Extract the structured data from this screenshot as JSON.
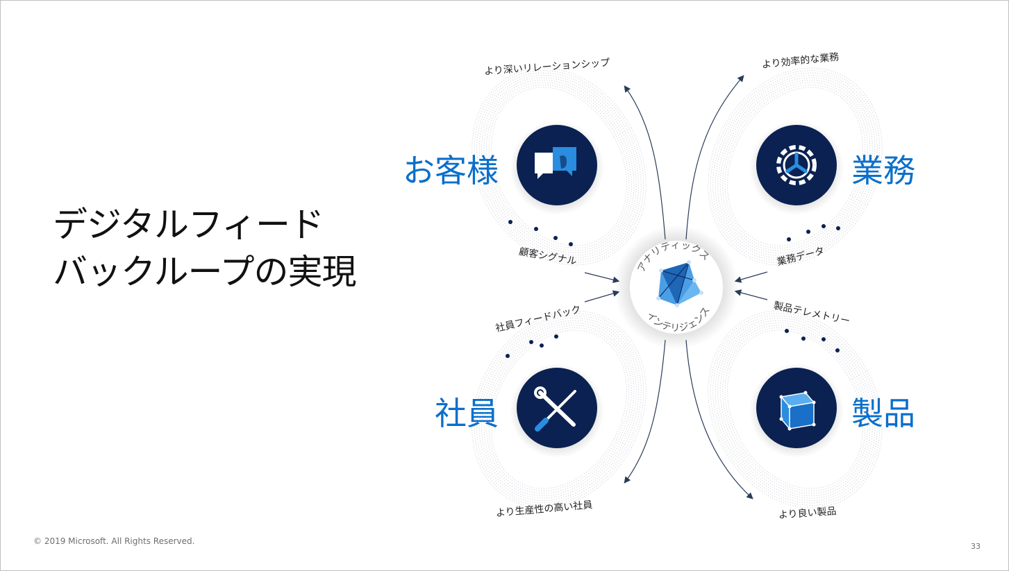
{
  "slide": {
    "title_line1": "デジタルフィード",
    "title_line2": "バックループの実現",
    "copyright": "© 2019 Microsoft. All Rights Reserved.",
    "page_number": "33"
  },
  "diagram": {
    "center": {
      "top_text": "アナリティックス",
      "bottom_text": "インテリジェンス"
    },
    "entities": [
      {
        "id": "customer",
        "label": "お客様",
        "icon": "chat-bubbles-icon"
      },
      {
        "id": "operations",
        "label": "業務",
        "icon": "gear-icon"
      },
      {
        "id": "employee",
        "label": "社員",
        "icon": "tools-icon"
      },
      {
        "id": "product",
        "label": "製品",
        "icon": "cube-icon"
      }
    ],
    "outcomes": {
      "customer": "より深いリレーションシップ",
      "operations": "より効率的な業務",
      "employee": "より生産性の高い社員",
      "product": "より良い製品"
    },
    "signals": {
      "customer": "顧客シグナル",
      "operations": "業務データ",
      "employee": "社員フィードバック",
      "product": "製品テレメトリー"
    }
  },
  "colors": {
    "entity_text": "#0a6fcb",
    "circle_fill": "#0b2151",
    "icon_blue": "#2a8de0",
    "dots": "#0b2151"
  }
}
